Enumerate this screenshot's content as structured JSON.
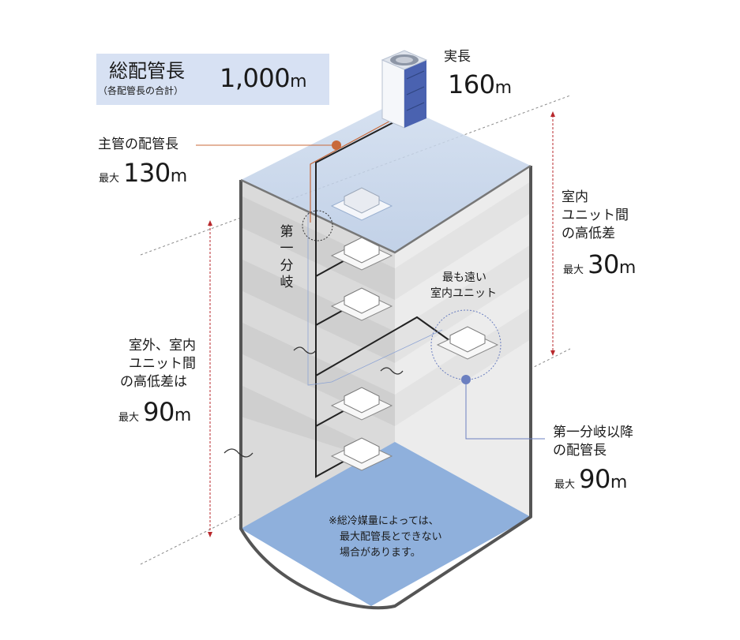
{
  "total": {
    "title": "総配管長",
    "subtitle": "（各配管長の合計）",
    "value": "1,000",
    "unit": "m"
  },
  "actual_length": {
    "label": "実長",
    "value": "160",
    "unit": "m"
  },
  "main_pipe": {
    "label": "主管の配管長",
    "max_label": "最大",
    "value": "130",
    "unit": "m"
  },
  "indoor_height": {
    "lines": [
      "室内",
      "ユニット間",
      "の高低差"
    ],
    "max_label": "最大",
    "value": "30",
    "unit": "m"
  },
  "first_branch": {
    "chars": [
      "第",
      "一",
      "分",
      "岐"
    ]
  },
  "farthest_unit": {
    "lines": [
      "最も遠い",
      "室内ユニット"
    ]
  },
  "outdoor_indoor_height": {
    "lines": [
      "室外、室内",
      "ユニット間",
      "の高低差は"
    ],
    "max_label": "最大",
    "value": "90",
    "unit": "m"
  },
  "after_branch": {
    "lines": [
      "第一分岐以降",
      "の配管長"
    ],
    "max_label": "最大",
    "value": "90",
    "unit": "m"
  },
  "note": {
    "lines": [
      "※総冷媒量によっては、",
      "最大配管長とできない",
      "場合があります。"
    ]
  },
  "colors": {
    "accent_orange": "#c8693a",
    "accent_blue": "#6b7fc0",
    "red_arrow": "#b8282c",
    "floor_blue": "#8fb0dc",
    "label_box": "#d7e1f3"
  }
}
